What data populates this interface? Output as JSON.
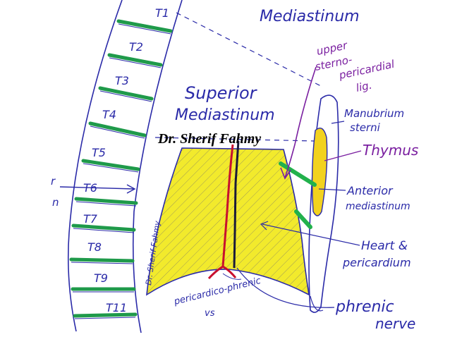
{
  "title": "Mediastinum",
  "watermark": "Dr. Sherif Fahmy",
  "side_signature": "Dr. Sherif Fahmy",
  "vertebrae": [
    "T1",
    "T2",
    "T3",
    "T4",
    "T5",
    "T6",
    "T7",
    "T8",
    "T9",
    "T11"
  ],
  "labels": {
    "superior_1": "Superior",
    "superior_2": "Mediastinum",
    "ligament_1": "upper",
    "ligament_2": "sterno-",
    "ligament_3": "pericardial",
    "ligament_4": "lig.",
    "manubrium_1": "Manubrium",
    "manubrium_2": "sterni",
    "thymus": "Thymus",
    "anterior_1": "Anterior",
    "anterior_2": "mediastinum",
    "heart_1": "Heart &",
    "heart_2": "pericardium",
    "phrenic_1": "phrenic",
    "phrenic_2": "nerve",
    "vessels_1": "pericardico-phrenic",
    "vessels_2": "vs",
    "r_letter": "r",
    "n_letter": "n"
  },
  "colors": {
    "ink": "#2a2aa8",
    "heart": "#f2ea2c",
    "thymus": "#f2d21e",
    "ligament": "#22b14c",
    "intervertebral": "#1f9a4a",
    "vessel": "#c8102e",
    "annotation": "#7a1fa0"
  }
}
